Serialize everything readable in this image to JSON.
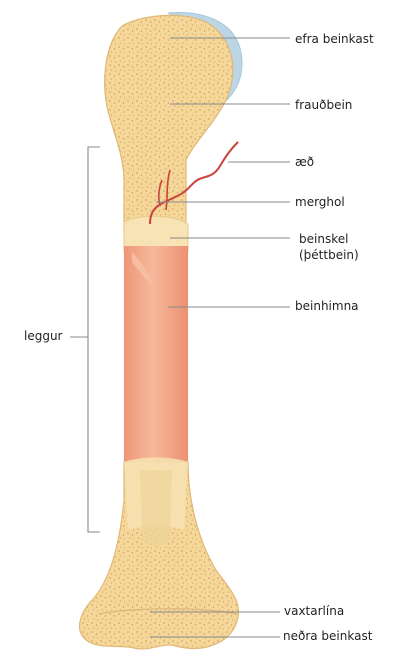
{
  "labels": {
    "efra_beinkast": "efra beinkast",
    "fraudbein": "frauðbein",
    "aed": "æð",
    "merghol": "merghol",
    "beinskel_line1": "beinskel",
    "beinskel_line2": "(þéttbein)",
    "beinhimna": "beinhimna",
    "leggur": "leggur",
    "vaxtarlina": "vaxtarlína",
    "nedra_beinkast": "neðra beinkast"
  },
  "colors": {
    "spongy_bone": "#f5d79a",
    "spongy_speckle": "#d9a763",
    "compact_bone": "#f7e3b4",
    "shaft": "#f2a383",
    "shaft_highlight": "#f7c2a8",
    "cartilage": "#bcd6e6",
    "vessel": "#c8443c",
    "leader_line": "#8a8a8a",
    "text": "#231f20"
  }
}
